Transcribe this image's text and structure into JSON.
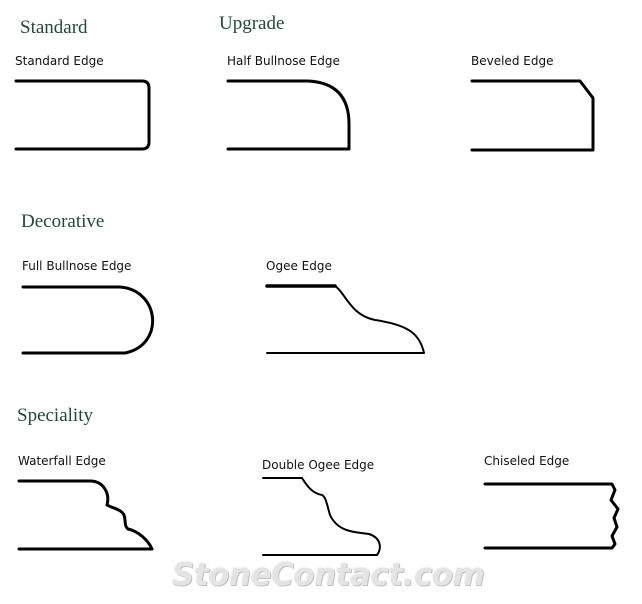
{
  "sections": {
    "standard": "Standard",
    "upgrade": "Upgrade",
    "decorative": "Decorative",
    "speciality": "Speciality"
  },
  "edges": {
    "standard": "Standard Edge",
    "half_bullnose": "Half Bullnose Edge",
    "beveled": "Beveled Edge",
    "full_bullnose": "Full Bullnose Edge",
    "ogee": "Ogee Edge",
    "waterfall": "Waterfall Edge",
    "double_ogee": "Double Ogee Edge",
    "chiseled": "Chiseled Edge"
  },
  "watermark": "StoneContact.com",
  "colors": {
    "section_title": "#1f4a3a",
    "profile_stroke": "#000000",
    "watermark": "#e4e4e4"
  }
}
